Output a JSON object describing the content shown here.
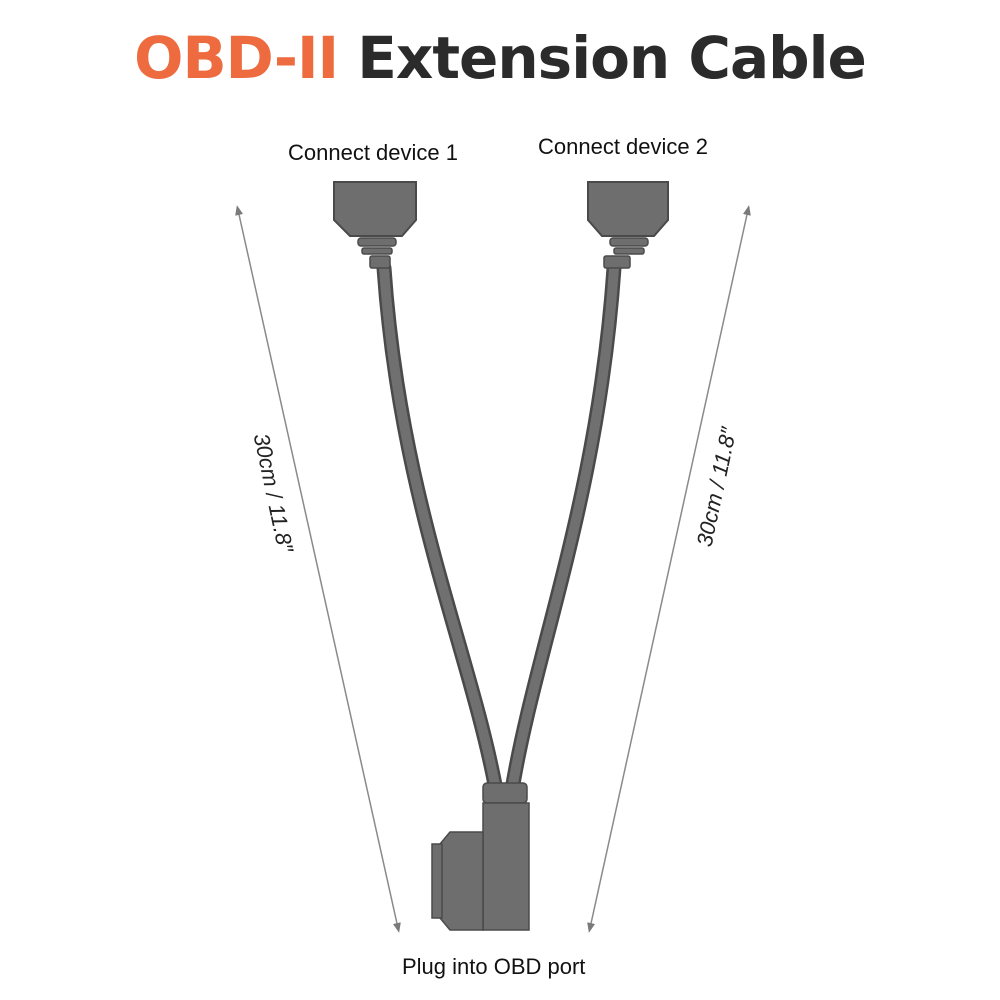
{
  "title": {
    "accent": "OBD-II",
    "main": " Extension Cable"
  },
  "labels": {
    "device1": "Connect device 1",
    "device2": "Connect device 2",
    "obd_port": "Plug into OBD port"
  },
  "dimensions": {
    "left": "30cm / 11.8″",
    "right": "30cm / 11.8″"
  },
  "colors": {
    "accent": "#ee6b3f",
    "title": "#2b2b2b",
    "cable": "#6e6e6e",
    "cable_outline": "#4a4a4a",
    "arrow": "#7a7a7a"
  }
}
